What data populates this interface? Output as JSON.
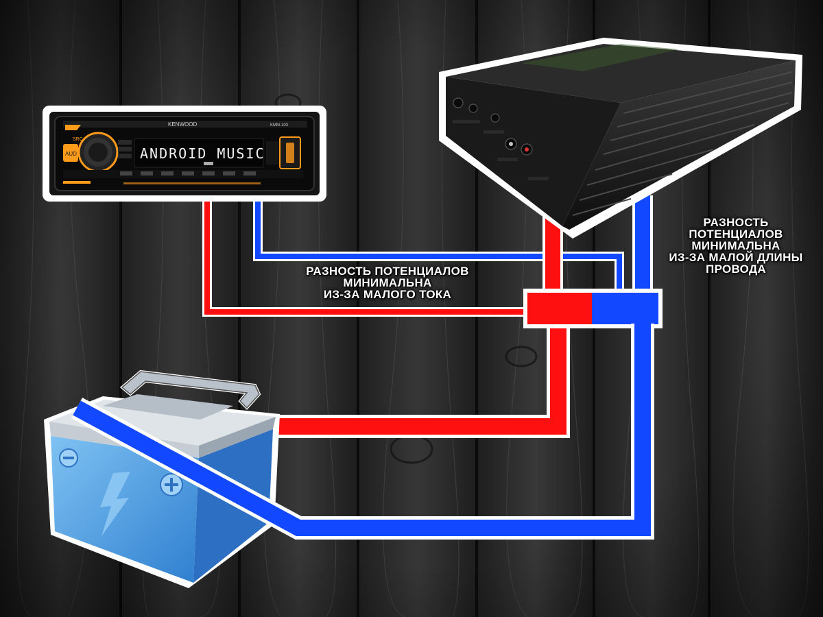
{
  "colors": {
    "wood_dark": "#2b2b2b",
    "wood_light": "#5a5a5a",
    "positive_wire": "#ff1010",
    "negative_wire": "#1248ff",
    "outline": "#ffffff",
    "radio_accent": "#ff9a1a",
    "battery_blue": "#3f8fd6"
  },
  "head_unit": {
    "brand": "KENWOOD",
    "display_text": "ANDROID MUSIC",
    "model": "KMM-103",
    "aud_label": "AUD",
    "src_label": "SRC"
  },
  "notes": {
    "left": [
      "РАЗНОСТЬ ПОТЕНЦИАЛОВ",
      "МИНИМАЛЬНА",
      "ИЗ-ЗА МАЛОГО ТОКА"
    ],
    "right": [
      "РАЗНОСТЬ",
      "ПОТЕНЦИАЛОВ",
      "МИНИМАЛЬНА",
      "ИЗ-ЗА МАЛОЙ ДЛИНЫ",
      "ПРОВОДА"
    ]
  },
  "icons": {
    "battery": "car-battery-icon",
    "lightning": "lightning-bolt-icon",
    "plus": "plus-terminal-icon",
    "minus": "minus-terminal-icon"
  }
}
